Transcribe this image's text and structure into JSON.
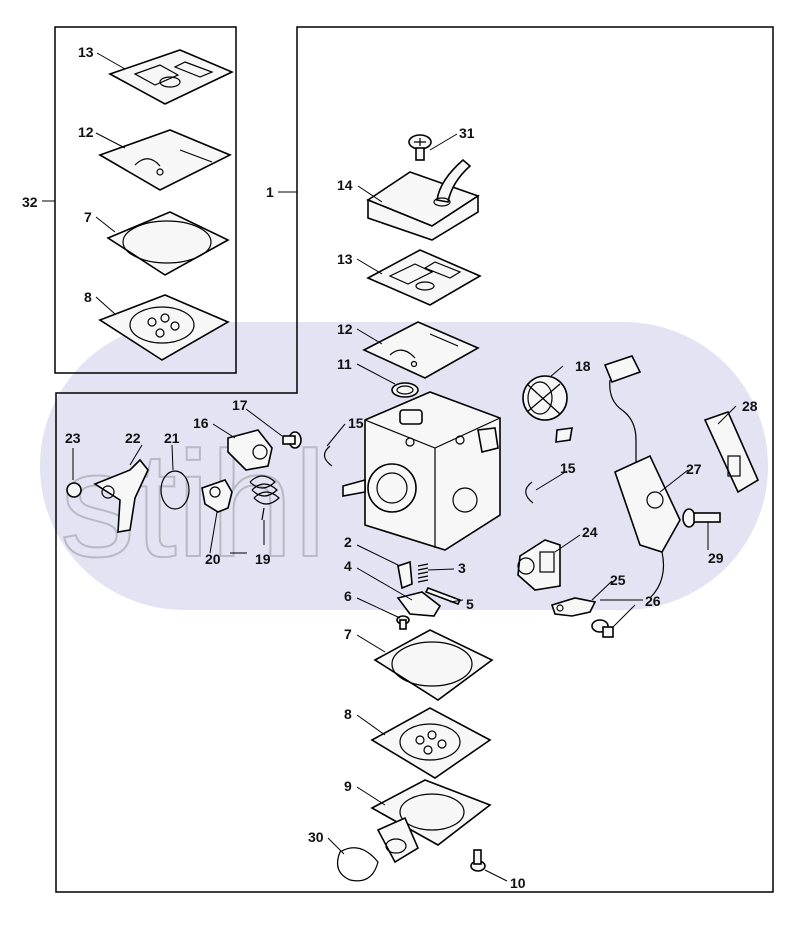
{
  "watermark": {
    "text": "stihl",
    "band_color": "#e3e3f4"
  },
  "colors": {
    "line": "#000000",
    "band": "#e3e3f4",
    "background": "#ffffff"
  },
  "labels": {
    "l1": "1",
    "l2": "2",
    "l3": "3",
    "l4": "4",
    "l5": "5",
    "l6": "6",
    "l7_kit": "7",
    "l7_main": "7",
    "l8_kit": "8",
    "l8_main": "8",
    "l9": "9",
    "l10": "10",
    "l11": "11",
    "l12_kit": "12",
    "l12_main": "12",
    "l13_kit": "13",
    "l13_main": "13",
    "l14": "14",
    "l15_a": "15",
    "l15_b": "15",
    "l16": "16",
    "l17": "17",
    "l18": "18",
    "l19": "19",
    "l20": "20",
    "l21": "21",
    "l22": "22",
    "l23": "23",
    "l24": "24",
    "l25": "25",
    "l26": "26",
    "l27": "27",
    "l28": "28",
    "l29": "29",
    "l30": "30",
    "l31": "31",
    "l32": "32"
  }
}
